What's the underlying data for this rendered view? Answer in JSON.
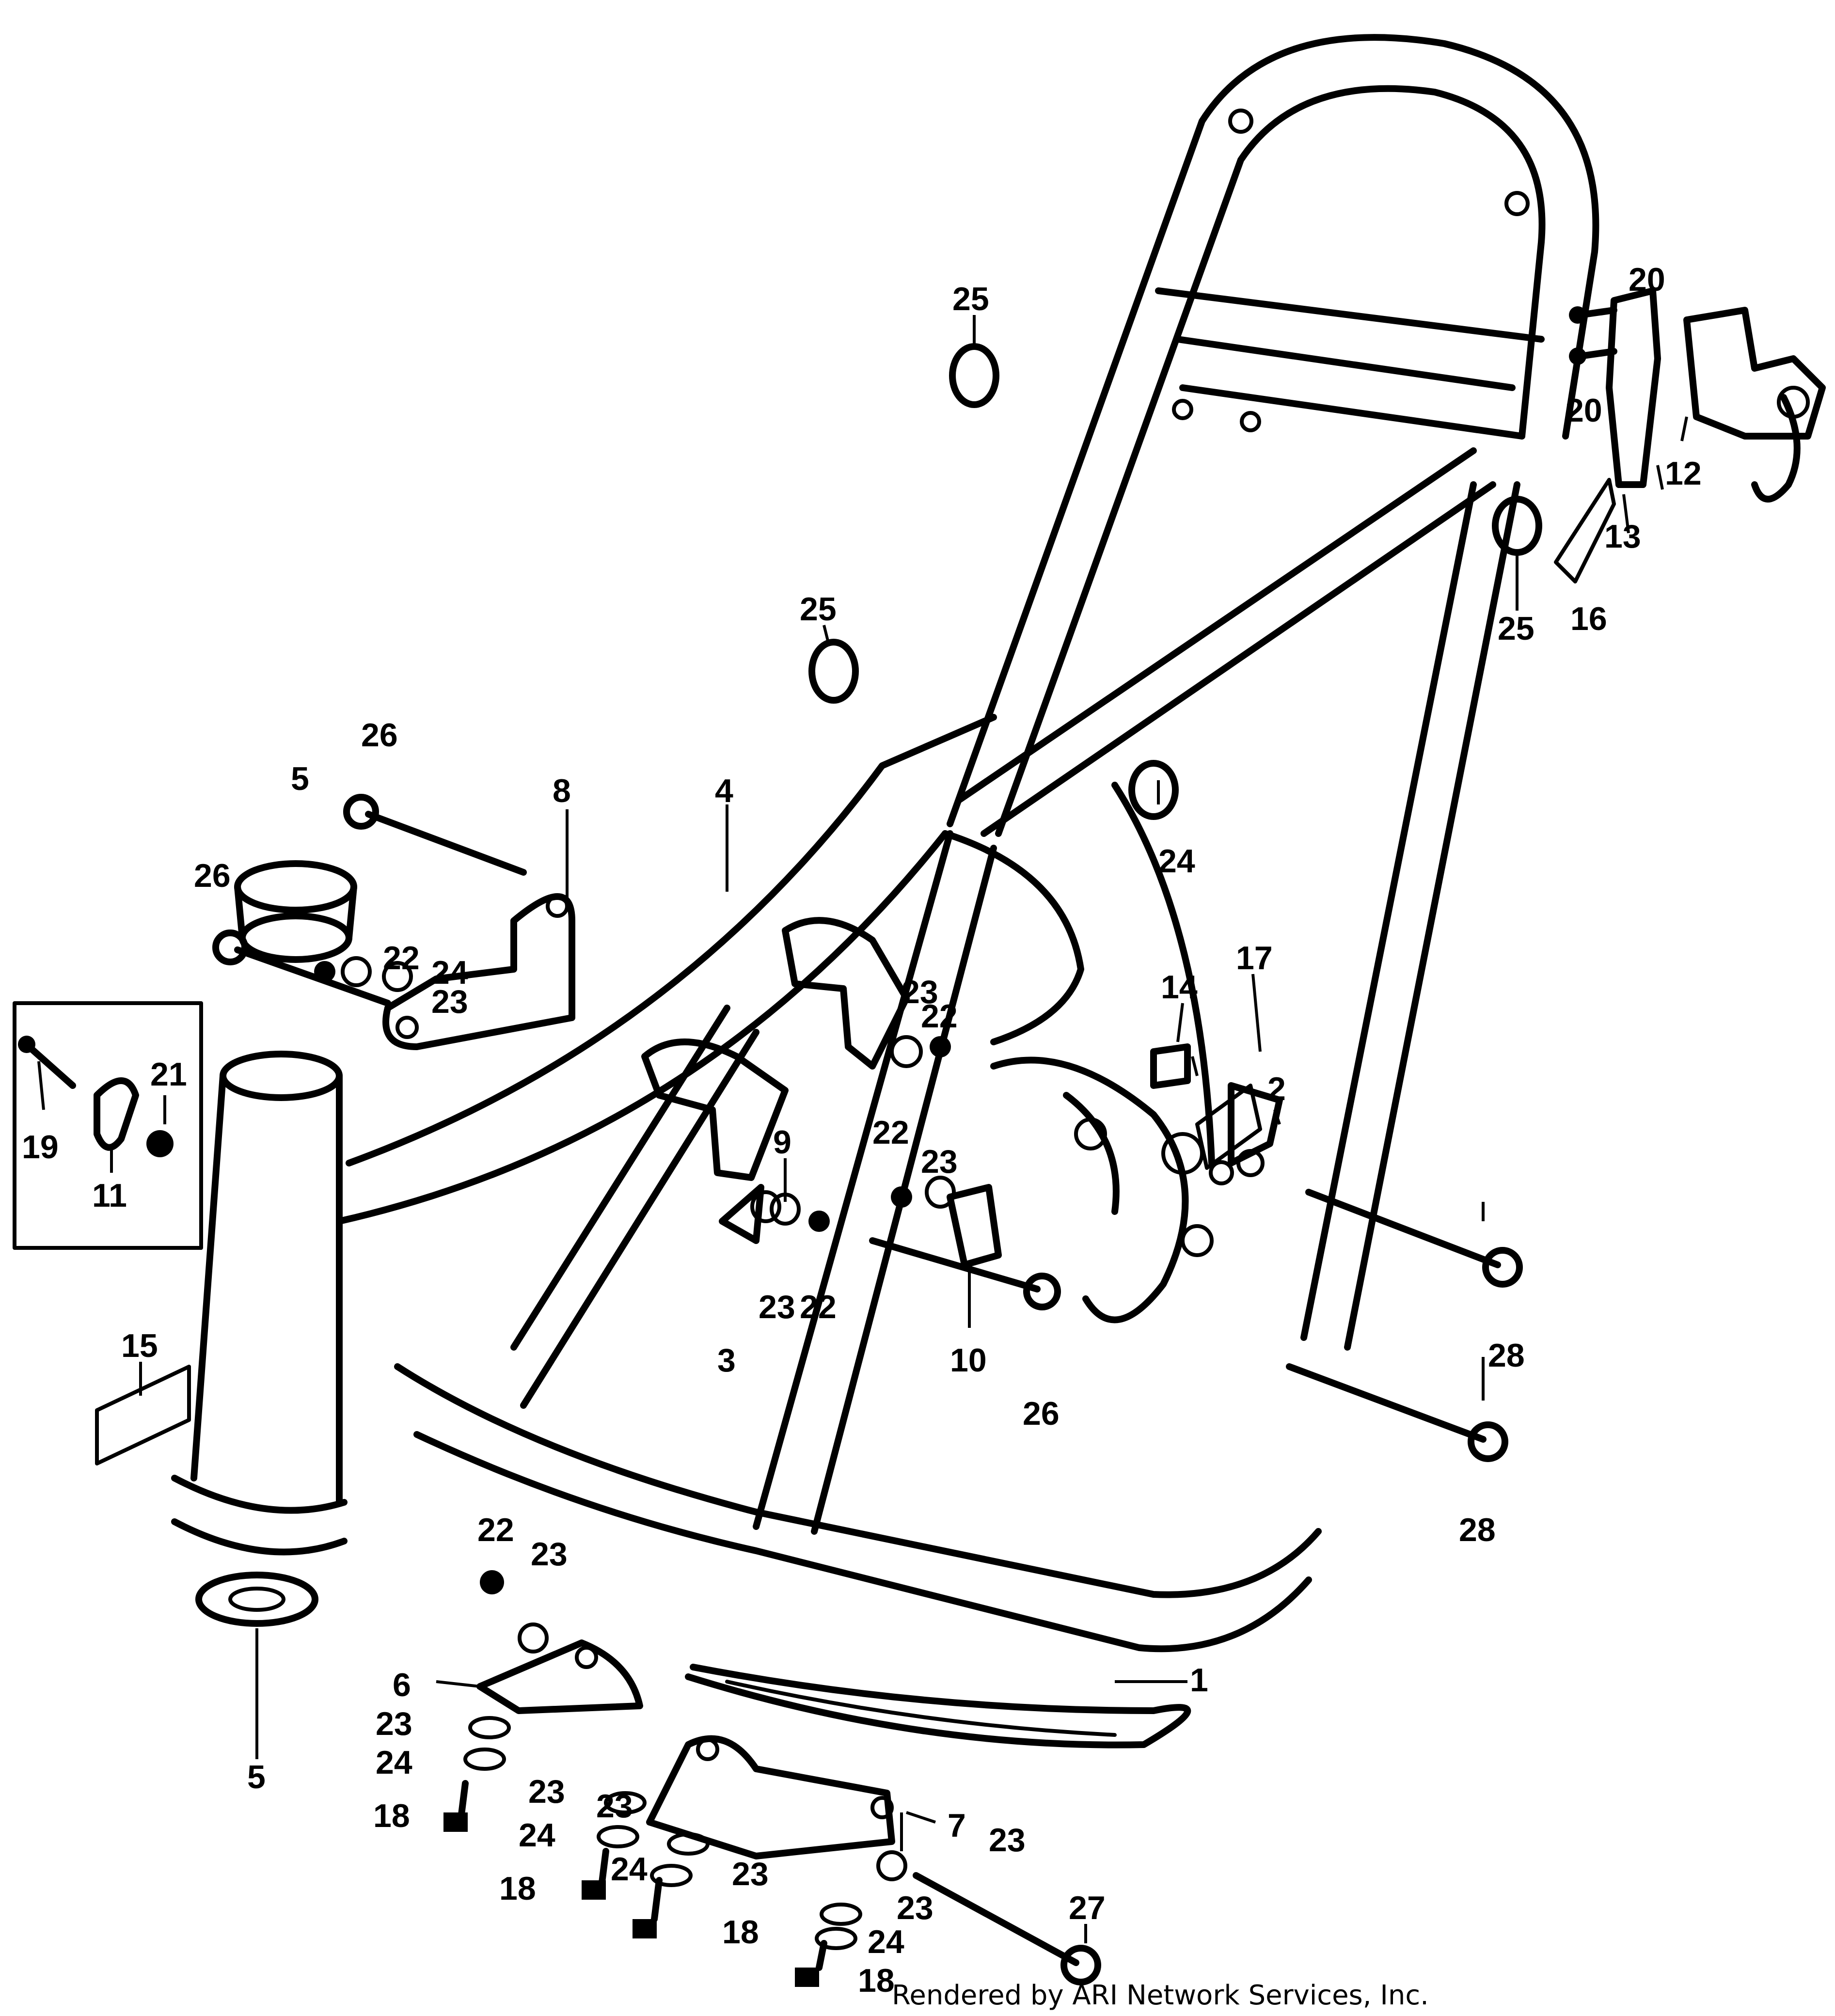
{
  "callouts": [
    {
      "id": "1",
      "text": "1"
    },
    {
      "id": "2",
      "text": "2"
    },
    {
      "id": "3",
      "text": "3"
    },
    {
      "id": "4",
      "text": "4"
    },
    {
      "id": "5",
      "text": "5"
    },
    {
      "id": "5b",
      "text": "5"
    },
    {
      "id": "6",
      "text": "6"
    },
    {
      "id": "7",
      "text": "7"
    },
    {
      "id": "8",
      "text": "8"
    },
    {
      "id": "9",
      "text": "9"
    },
    {
      "id": "10",
      "text": "10"
    },
    {
      "id": "11",
      "text": "11"
    },
    {
      "id": "12",
      "text": "12"
    },
    {
      "id": "13",
      "text": "13"
    },
    {
      "id": "14",
      "text": "14"
    },
    {
      "id": "15",
      "text": "15"
    },
    {
      "id": "16",
      "text": "16"
    },
    {
      "id": "17",
      "text": "17"
    },
    {
      "id": "18a",
      "text": "18"
    },
    {
      "id": "18b",
      "text": "18"
    },
    {
      "id": "18c",
      "text": "18"
    },
    {
      "id": "18d",
      "text": "18"
    },
    {
      "id": "19",
      "text": "19"
    },
    {
      "id": "20a",
      "text": "20"
    },
    {
      "id": "20b",
      "text": "20"
    },
    {
      "id": "21",
      "text": "21"
    },
    {
      "id": "22a",
      "text": "22"
    },
    {
      "id": "22b",
      "text": "22"
    },
    {
      "id": "22c",
      "text": "22"
    },
    {
      "id": "22d",
      "text": "22"
    },
    {
      "id": "22e",
      "text": "22"
    },
    {
      "id": "23a",
      "text": "23"
    },
    {
      "id": "23b",
      "text": "23"
    },
    {
      "id": "23c",
      "text": "23"
    },
    {
      "id": "23d",
      "text": "23"
    },
    {
      "id": "23e",
      "text": "23"
    },
    {
      "id": "23f",
      "text": "23"
    },
    {
      "id": "23g",
      "text": "23"
    },
    {
      "id": "23h",
      "text": "23"
    },
    {
      "id": "23i",
      "text": "23"
    },
    {
      "id": "23j",
      "text": "23"
    },
    {
      "id": "23k",
      "text": "23"
    },
    {
      "id": "24a",
      "text": "24"
    },
    {
      "id": "24b",
      "text": "24"
    },
    {
      "id": "24c",
      "text": "24"
    },
    {
      "id": "24d",
      "text": "24"
    },
    {
      "id": "24e",
      "text": "24"
    },
    {
      "id": "24f",
      "text": "24"
    },
    {
      "id": "25a",
      "text": "25"
    },
    {
      "id": "25b",
      "text": "25"
    },
    {
      "id": "25c",
      "text": "25"
    },
    {
      "id": "26a",
      "text": "26"
    },
    {
      "id": "26b",
      "text": "26"
    },
    {
      "id": "26c",
      "text": "26"
    },
    {
      "id": "27",
      "text": "27"
    },
    {
      "id": "28a",
      "text": "28"
    },
    {
      "id": "28b",
      "text": "28"
    }
  ],
  "footer": {
    "text": "Rendered by ARI Network Services, Inc."
  }
}
